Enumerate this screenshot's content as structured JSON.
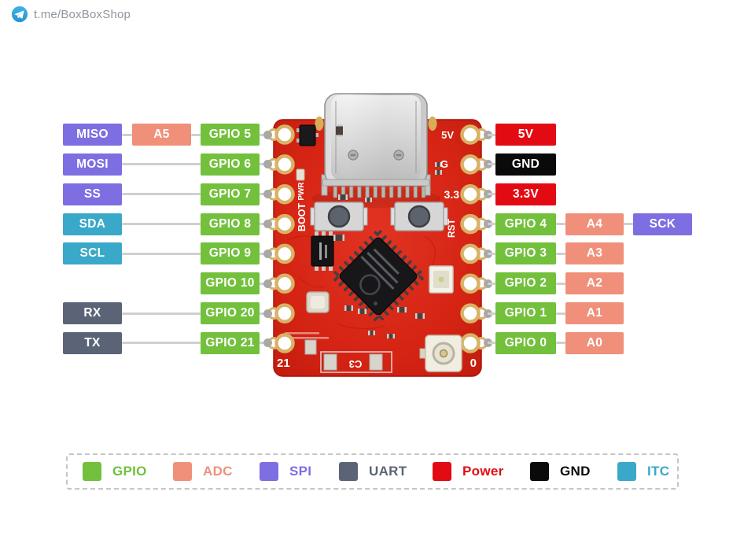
{
  "header": {
    "brand": "t.me/BoxBoxShop",
    "icon": "telegram-icon"
  },
  "colors": {
    "gpio": "#72c03c",
    "adc": "#f0907a",
    "spi": "#7d6ee2",
    "uart": "#5b6477",
    "power": "#e30b13",
    "gnd": "#0a0a0a",
    "itc": "#3aa8c8",
    "wire": "#cfcfcf",
    "dot": "#a8a8a8"
  },
  "left_rows": [
    {
      "cells": [
        {
          "col": 0,
          "text": "MISO",
          "type": "spi"
        },
        {
          "col": 1,
          "text": "A5",
          "type": "adc"
        },
        {
          "col": 2,
          "text": "GPIO 5",
          "type": "gpio"
        }
      ]
    },
    {
      "cells": [
        {
          "col": 0,
          "text": "MOSI",
          "type": "spi"
        },
        {
          "col": 2,
          "text": "GPIO 6",
          "type": "gpio"
        }
      ]
    },
    {
      "cells": [
        {
          "col": 0,
          "text": "SS",
          "type": "spi"
        },
        {
          "col": 2,
          "text": "GPIO 7",
          "type": "gpio"
        }
      ]
    },
    {
      "cells": [
        {
          "col": 0,
          "text": "SDA",
          "type": "itc"
        },
        {
          "col": 2,
          "text": "GPIO 8",
          "type": "gpio"
        }
      ]
    },
    {
      "cells": [
        {
          "col": 0,
          "text": "SCL",
          "type": "itc"
        },
        {
          "col": 2,
          "text": "GPIO 9",
          "type": "gpio"
        }
      ]
    },
    {
      "cells": [
        {
          "col": 2,
          "text": "GPIO 10",
          "type": "gpio"
        }
      ]
    },
    {
      "cells": [
        {
          "col": 0,
          "text": "RX",
          "type": "uart"
        },
        {
          "col": 2,
          "text": "GPIO 20",
          "type": "gpio"
        }
      ]
    },
    {
      "cells": [
        {
          "col": 0,
          "text": "TX",
          "type": "uart"
        },
        {
          "col": 2,
          "text": "GPIO 21",
          "type": "gpio"
        }
      ]
    }
  ],
  "right_rows": [
    {
      "cells": [
        {
          "col": 0,
          "text": "5V",
          "type": "power"
        }
      ]
    },
    {
      "cells": [
        {
          "col": 0,
          "text": "GND",
          "type": "gnd"
        }
      ]
    },
    {
      "cells": [
        {
          "col": 0,
          "text": "3.3V",
          "type": "power"
        }
      ]
    },
    {
      "cells": [
        {
          "col": 0,
          "text": "GPIO 4",
          "type": "gpio"
        },
        {
          "col": 1,
          "text": "A4",
          "type": "adc"
        },
        {
          "col": 2,
          "text": "SCK",
          "type": "spi"
        }
      ]
    },
    {
      "cells": [
        {
          "col": 0,
          "text": "GPIO 3",
          "type": "gpio"
        },
        {
          "col": 1,
          "text": "A3",
          "type": "adc"
        }
      ]
    },
    {
      "cells": [
        {
          "col": 0,
          "text": "GPIO 2",
          "type": "gpio"
        },
        {
          "col": 1,
          "text": "A2",
          "type": "adc"
        }
      ]
    },
    {
      "cells": [
        {
          "col": 0,
          "text": "GPIO 1",
          "type": "gpio"
        },
        {
          "col": 1,
          "text": "A1",
          "type": "adc"
        }
      ]
    },
    {
      "cells": [
        {
          "col": 0,
          "text": "GPIO 0",
          "type": "gpio"
        },
        {
          "col": 1,
          "text": "A0",
          "type": "adc"
        }
      ]
    }
  ],
  "board": {
    "silkscreen": {
      "pwr": "PWR",
      "boot": "BOOT",
      "rst": "RST",
      "v5": "5V",
      "g": "G",
      "v33": "3.3",
      "pin21": "21",
      "pin0": "0",
      "c3": "C3"
    }
  },
  "legend": {
    "items": [
      {
        "label": "GPIO",
        "type": "gpio"
      },
      {
        "label": "ADC",
        "type": "adc"
      },
      {
        "label": "SPI",
        "type": "spi"
      },
      {
        "label": "UART",
        "type": "uart"
      },
      {
        "label": "Power",
        "type": "power"
      },
      {
        "label": "GND",
        "type": "gnd"
      },
      {
        "label": "ITC",
        "type": "itc"
      }
    ]
  }
}
